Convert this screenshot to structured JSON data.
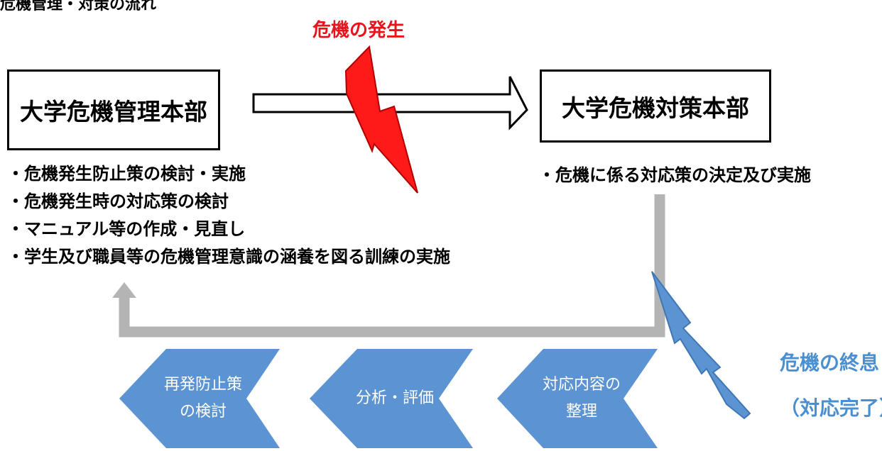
{
  "diagram": {
    "title": "危機管理・対策の流れ",
    "event_label": "危機の発生",
    "management_hq": {
      "name": "大学危機管理本部",
      "tasks": [
        "・危機発生防止策の検討・実施",
        "・危機発生時の対応策の検討",
        "・マニュアル等の作成・見直し",
        "・学生及び職員等の危機管理意識の涵養を図る訓練の実施"
      ]
    },
    "response_hq": {
      "name": "大学危機対策本部",
      "tasks": [
        "・危機に係る対応策の決定及び実施"
      ]
    },
    "end_label": {
      "line1": "危機の終息",
      "line2": "（対応完了）"
    },
    "steps": [
      {
        "line1": "対応内容の",
        "line2": "整理"
      },
      {
        "line1": "分析・評価",
        "line2": ""
      },
      {
        "line1": "再発防止策",
        "line2": "の検討"
      }
    ],
    "colors": {
      "lightning_event": "#ff1a1a",
      "lightning_end": "#5b93d3",
      "chevron_fill": "#5b93d3",
      "return_arrow": "#b4b4b4",
      "event_text": "#e8141b",
      "end_text": "#4a8fd0"
    },
    "icons": {
      "event": "lightning-bolt-icon",
      "end": "lightning-bolt-icon"
    }
  }
}
